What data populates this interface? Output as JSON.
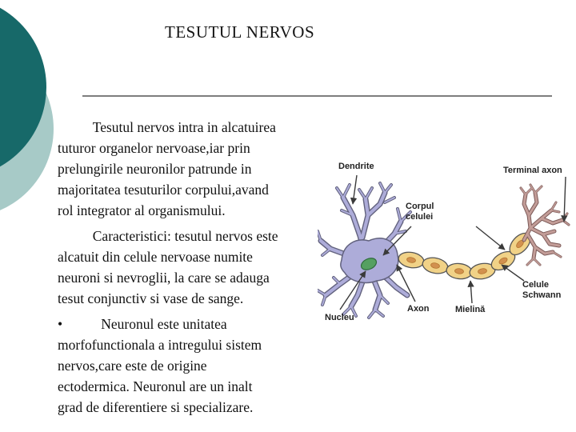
{
  "slide": {
    "title": "TESUTUL NERVOS",
    "paragraphs": {
      "p1": "          Tesutul nervos intra in alcatuirea\ntuturor organelor nervoase,iar prin\nprelungirile neuronilor patrunde in\nmajoritatea tesuturilor corpului,avand\nrol integrator al organismului.",
      "p2": "          Caracteristici: tesutul nervos este\nalcatuit din celule nervoase numite\nneuroni si nevroglii, la care se adauga\ntesut conjunctiv si vase de sange.",
      "p3": "•           Neuronul este unitatea\nmorfofunctionala a intregului sistem\nnervos,care este de origine\nectodermica. Neuronul are un inalt\ngrad de diferentiere si specializare."
    },
    "diagram": {
      "labels": {
        "dendrite": "Dendrite",
        "terminal_axon": "Terminal axon",
        "corpul_line1": "Corpul",
        "corpul_line2": "celulei",
        "nucleu": "Nucleu",
        "axon": "Axon",
        "mielina": "Mielină",
        "schwann_line1": "Celule",
        "schwann_line2": "Schwann"
      }
    },
    "colors": {
      "decor_dark_teal": "#176969",
      "decor_light_teal": "#a7cac7",
      "divider_gray": "#7e7e7e",
      "soma_lavender": "#adacd9",
      "soma_outline": "#62627e",
      "nucleus_green": "#55a061",
      "myelin_yellow": "#f1d287",
      "myelin_core_orange": "#d2914f",
      "terminal_pink": "#c39d98"
    }
  }
}
